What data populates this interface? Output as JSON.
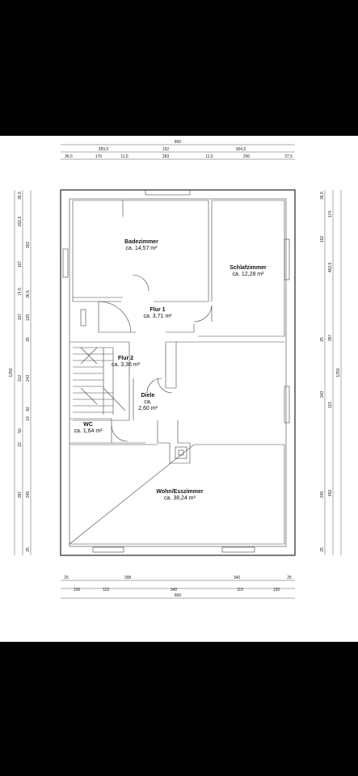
{
  "rooms": [
    {
      "name": "Badezimmer",
      "area": "ca. 14,57 m²"
    },
    {
      "name": "Schlafzimmer",
      "area": "ca. 12,28 m²"
    },
    {
      "name": "Flur 1",
      "area": "ca. 3,71 m²"
    },
    {
      "name": "Flur 2",
      "area": "ca. 3,36 m²"
    },
    {
      "name": "Diele",
      "area_line1": "ca.",
      "area_line2": "2,60 m²"
    },
    {
      "name": "WC",
      "area": "ca. 1,64 m²"
    },
    {
      "name": "Wohn/Esszimmer",
      "area": "ca. 38,24 m²"
    }
  ],
  "dimensions": {
    "top_total": "800",
    "top_row1": [
      "283,5",
      "152",
      "364,5"
    ],
    "top_row2": [
      "36,5",
      "170",
      "11,5",
      "283",
      "11,5",
      "250",
      "37,5"
    ],
    "bottom_row1": [
      "25",
      "398",
      "340",
      "25"
    ],
    "bottom_row2": [
      "100",
      "115",
      "340",
      "115",
      "130"
    ],
    "bottom_total": "800",
    "left_total": "1250",
    "left_row1": [
      "36,5",
      "202,5",
      "302",
      "107",
      "74,5",
      "36,5",
      "107",
      "125",
      "25",
      "312",
      "243",
      "19",
      "82",
      "50",
      "22",
      "397",
      "345",
      "25"
    ],
    "right_total": "1250",
    "right_row1": [
      "36,5",
      "174",
      "152",
      "463,5",
      "25",
      "357",
      "343",
      "115",
      "452",
      "345",
      "25"
    ]
  }
}
